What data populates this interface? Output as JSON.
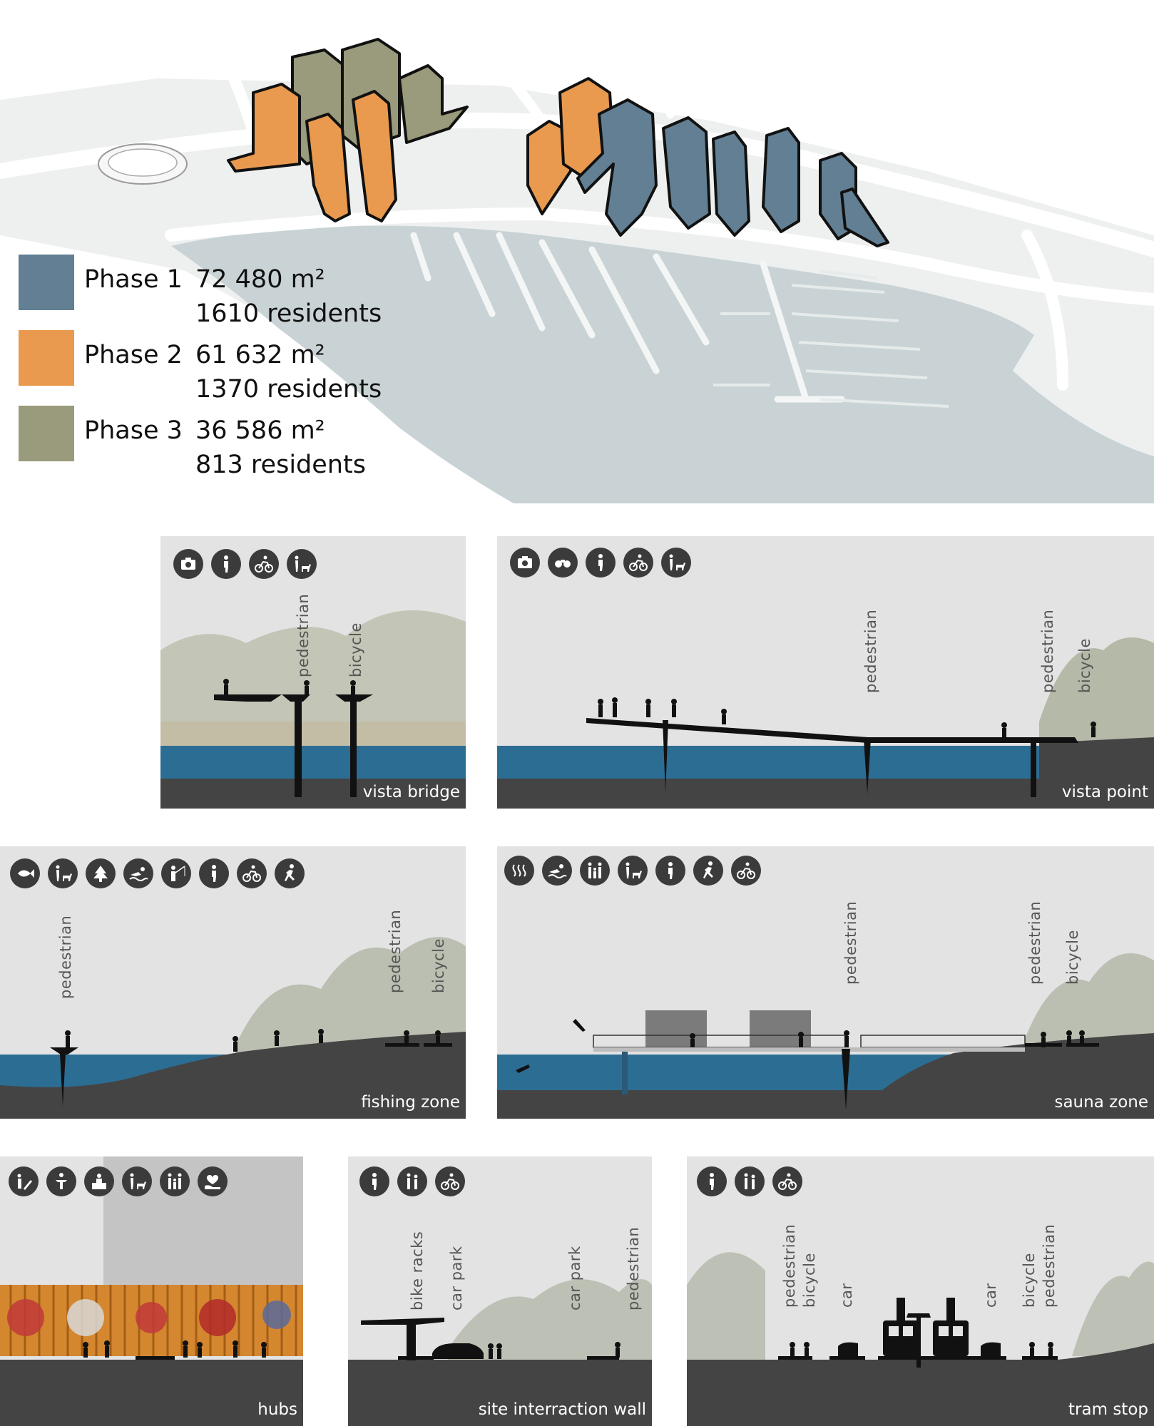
{
  "legend": [
    {
      "phase": "Phase 1",
      "area": "72 480 m²",
      "residents": "1610 residents",
      "color": "#627f93"
    },
    {
      "phase": "Phase 2",
      "area": "61 632 m²",
      "residents": "1370 residents",
      "color": "#e99a4f"
    },
    {
      "phase": "Phase 3",
      "area": "36 586 m²",
      "residents": "813 residents",
      "color": "#9a9a7c"
    }
  ],
  "colors": {
    "water_map": "#c9d3d5",
    "land_map": "#ecefef",
    "road_map": "#ffffff",
    "water_section": "#2c6d93",
    "ground_section": "#444444",
    "panel_bg": "#e3e3e3",
    "icon_bg": "#3b3b3b"
  },
  "panels": {
    "vista_bridge": {
      "title": "vista bridge",
      "icons": [
        "camera-icon",
        "pedestrian-icon",
        "bicycle-icon",
        "dog-walking-icon"
      ],
      "labels": [
        "pedestrian",
        "bicycle"
      ]
    },
    "vista_point": {
      "title": "vista point",
      "icons": [
        "camera-icon",
        "binoculars-icon",
        "pedestrian-icon",
        "bicycle-icon",
        "dog-walking-icon"
      ],
      "labels": [
        "pedestrian",
        "pedestrian",
        "bicycle"
      ]
    },
    "fishing_zone": {
      "title": "fishing zone",
      "icons": [
        "fish-icon",
        "dog-walking-icon",
        "tree-icon",
        "swimming-icon",
        "fishing-icon",
        "pedestrian-icon",
        "bicycle-icon",
        "running-icon"
      ],
      "labels": [
        "pedestrian",
        "pedestrian",
        "bicycle"
      ]
    },
    "sauna_zone": {
      "title": "sauna zone",
      "icons": [
        "sauna-icon",
        "swimming-icon",
        "family-icon",
        "dog-walking-icon",
        "pedestrian-icon",
        "running-icon",
        "bicycle-icon"
      ],
      "labels": [
        "pedestrian",
        "pedestrian",
        "bicycle"
      ]
    },
    "hubs": {
      "title": "hubs",
      "icons": [
        "playground-icon",
        "activity-icon",
        "vendor-icon",
        "dog-walking-icon",
        "family-icon",
        "care-icon"
      ],
      "labels": []
    },
    "site_wall": {
      "title": "site interraction wall",
      "icons": [
        "pedestrian-icon",
        "group-walking-icon",
        "bicycle-icon"
      ],
      "labels": [
        "bike racks",
        "car park",
        "car park",
        "pedestrian"
      ]
    },
    "tram_stop": {
      "title": "tram stop",
      "icons": [
        "pedestrian-icon",
        "group-walking-icon",
        "bicycle-icon"
      ],
      "labels": [
        "pedestrian",
        "bicycle",
        "car",
        "car",
        "bicycle",
        "pedestrian"
      ]
    }
  }
}
